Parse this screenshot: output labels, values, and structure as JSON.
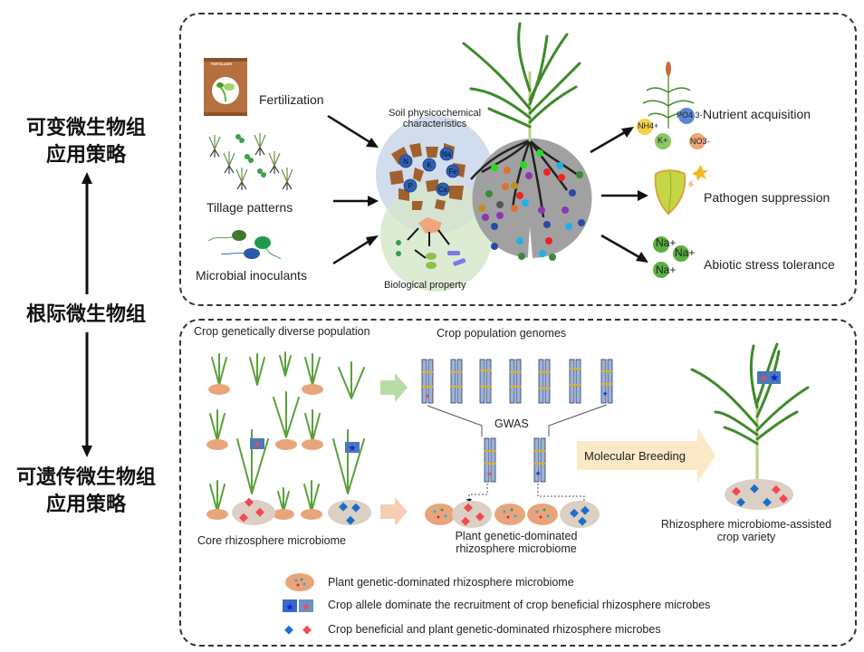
{
  "left_axis": {
    "top_label_line1": "可变微生物组",
    "top_label_line2": "应用策略",
    "middle_label": "根际微生物组",
    "bottom_label_line1": "可遗传微生物组",
    "bottom_label_line2": "应用策略"
  },
  "top_panel": {
    "inputs": [
      {
        "label": "Fertilization",
        "icon": "fertilizer-bag-icon"
      },
      {
        "label": "Tillage patterns",
        "icon": "crop-rows-icon"
      },
      {
        "label": "Microbial inoculants",
        "icon": "bacteria-icon"
      }
    ],
    "fertilizer_bag_text": "FERTILIZER",
    "soil_circle_label_line1": "Soil physicochemical",
    "soil_circle_label_line2": "characteristics",
    "soil_elements": [
      "N",
      "K",
      "Na",
      "Fe",
      "P",
      "Ca"
    ],
    "biological_label": "Biological property",
    "outcomes": [
      {
        "label": "Nutrient acquisition",
        "icon": "nutrient-plant-icon"
      },
      {
        "label": "Pathogen suppression",
        "icon": "shield-icon"
      },
      {
        "label": "Abiotic stress tolerance",
        "icon": "sodium-ions-icon"
      }
    ],
    "nutrient_ions": [
      "NH4+",
      "PO4 3-",
      "K+",
      "NO3-"
    ],
    "sodium_ions": [
      "Na+",
      "Na+",
      "Na+"
    ]
  },
  "bottom_panel": {
    "population_label": "Crop genetically diverse population",
    "core_label": "Core rhizosphere microbiome",
    "genomes_label": "Crop population genomes",
    "gwas_label": "GWAS",
    "dominated_label_line1": "Plant genetic-dominated",
    "dominated_label_line2": "rhizosphere microbiome",
    "breeding_label": "Molecular Breeding",
    "variety_label_line1": "Rhizosphere microbiome-assisted",
    "variety_label_line2": "crop variety",
    "legend": [
      {
        "label": "Plant genetic-dominated rhizosphere microbiome",
        "icon": "microbiome-ellipse-icon"
      },
      {
        "label": "Crop allele dominate the recruitment of crop beneficial rhizosphere microbes",
        "icon": "allele-star-icon"
      },
      {
        "label": "Crop beneficial and plant genetic-dominated rhizosphere microbes",
        "icon": "microbe-diamond-icon"
      }
    ]
  },
  "colors": {
    "soil_blue": "#c9d6ea",
    "bio_green": "#d4e6c8",
    "root_gray": "#9a9a9a",
    "ellipse_orange": "#e8a57c",
    "ellipse_beige": "#dccfc3",
    "diamond_blue": "#1a6fc9",
    "diamond_red": "#f04a4f",
    "chromosome": "#9ab3dd",
    "band": "#e0b020",
    "breeding_arrow": "#fbe9c8"
  }
}
